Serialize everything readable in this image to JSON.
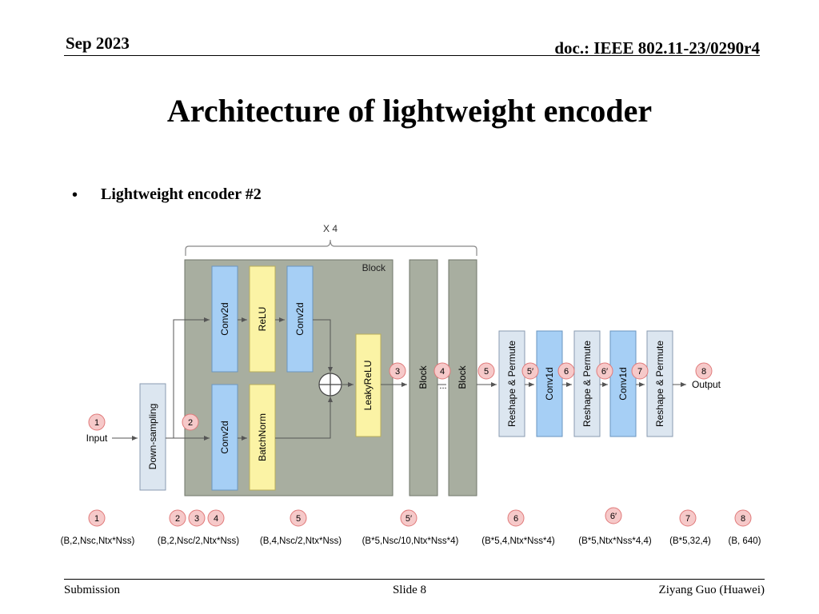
{
  "header": {
    "date": "Sep 2023",
    "doc": "doc.: IEEE 802.11-23/0290r4"
  },
  "title": "Architecture of lightweight encoder",
  "bullet": "Lightweight encoder #2",
  "diagram": {
    "repeat_label": "X 4",
    "block_label": "Block",
    "input_label": "Input",
    "output_label": "Output",
    "ellipsis": "...",
    "layers": {
      "downsampling": "Down-sampling",
      "conv2d_top1": "Conv2d",
      "relu": "ReLU",
      "conv2d_top2": "Conv2d",
      "conv2d_bottom": "Conv2d",
      "batchnorm": "BatchNorm",
      "leakyrelu": "LeakyReLU",
      "block2": "Block",
      "block3": "Block",
      "reshape1": "Reshape & Permute",
      "conv1d_1": "Conv1d",
      "reshape2": "Reshape & Permute",
      "conv1d_2": "Conv1d",
      "reshape3": "Reshape & Permute"
    },
    "markers": {
      "m1": "1",
      "m2": "2",
      "m3": "3",
      "m4": "4",
      "m5": "5",
      "m5p": "5′",
      "m6": "6",
      "m6p": "6′",
      "m7": "7",
      "m8": "8"
    },
    "legend": [
      {
        "markers": [
          "1"
        ],
        "shape": "(B,2,Nsc,Ntx*Nss)"
      },
      {
        "markers": [
          "2",
          "3",
          "4"
        ],
        "shape": "(B,2,Nsc/2,Ntx*Nss)"
      },
      {
        "markers": [
          "5"
        ],
        "shape": "(B,4,Nsc/2,Ntx*Nss)"
      },
      {
        "markers": [
          "5′"
        ],
        "shape": "(B*5,Nsc/10,Ntx*Nss*4)"
      },
      {
        "markers": [
          "6"
        ],
        "shape": "(B*5,4,Ntx*Nss*4)"
      },
      {
        "markers": [
          "6′"
        ],
        "shape": "(B*5,Ntx*Nss*4,4)"
      },
      {
        "markers": [
          "7"
        ],
        "shape": "(B*5,32,4)"
      },
      {
        "markers": [
          "8"
        ],
        "shape": "(B, 640)"
      }
    ],
    "colors": {
      "block_bg": "#a8aea0",
      "conv": "#a6cff5",
      "activation": "#fbf3a5",
      "reshape": "#dce6f0",
      "marker_fill": "#f6c9c9",
      "marker_stroke": "#e07a7a"
    }
  },
  "footer": {
    "left": "Submission",
    "center": "Slide 8",
    "right": "Ziyang Guo (Huawei)"
  }
}
